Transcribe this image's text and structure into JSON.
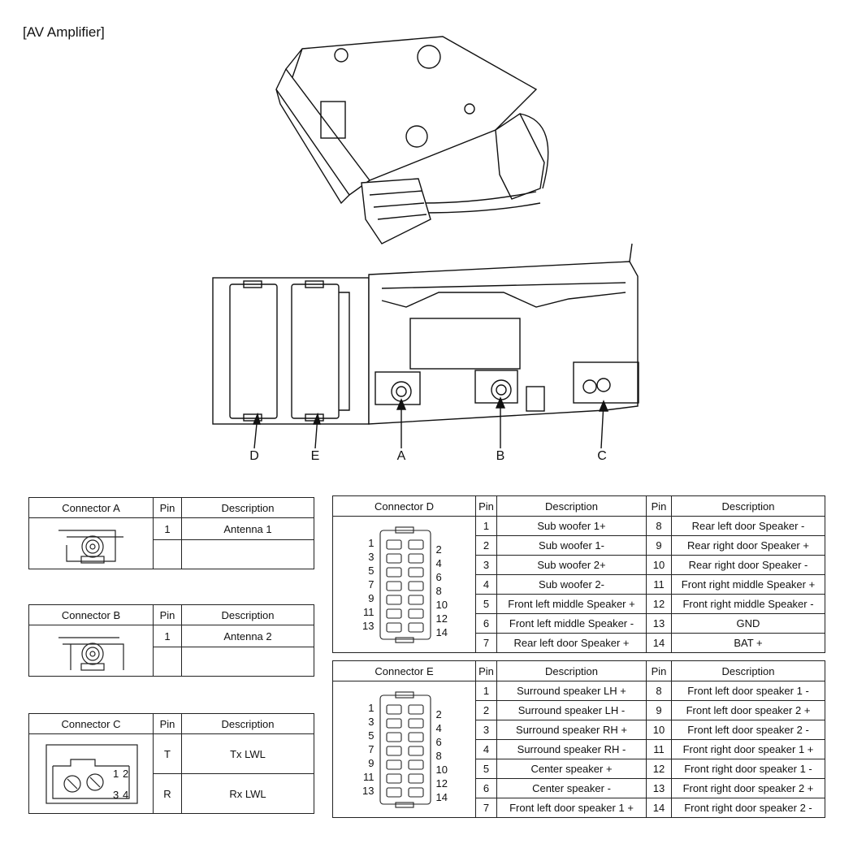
{
  "title": "[AV Amplifier]",
  "callouts": [
    "D",
    "E",
    "A",
    "B",
    "C"
  ],
  "connector_a": {
    "headers": [
      "Connector A",
      "Pin",
      "Description"
    ],
    "rows": [
      {
        "pin": "1",
        "desc": "Antenna 1"
      },
      {
        "pin": "",
        "desc": ""
      }
    ]
  },
  "connector_b": {
    "headers": [
      "Connector B",
      "Pin",
      "Description"
    ],
    "rows": [
      {
        "pin": "1",
        "desc": "Antenna 2"
      },
      {
        "pin": "",
        "desc": ""
      }
    ]
  },
  "connector_c": {
    "headers": [
      "Connector C",
      "Pin",
      "Description"
    ],
    "pin_labels": [
      "1",
      "2",
      "3",
      "4"
    ],
    "rows": [
      {
        "pin": "T",
        "desc": "Tx LWL"
      },
      {
        "pin": "R",
        "desc": "Rx LWL"
      }
    ]
  },
  "connector_d": {
    "headers": [
      "Connector D",
      "Pin",
      "Description",
      "Pin",
      "Description"
    ],
    "pin_labels_left": [
      "1",
      "3",
      "5",
      "7",
      "9",
      "11",
      "13"
    ],
    "pin_labels_right": [
      "2",
      "4",
      "6",
      "8",
      "10",
      "12",
      "14"
    ],
    "rows": [
      {
        "pin1": "1",
        "desc1": "Sub woofer 1+",
        "pin2": "8",
        "desc2": "Rear left door Speaker -"
      },
      {
        "pin1": "2",
        "desc1": "Sub woofer 1-",
        "pin2": "9",
        "desc2": "Rear right door Speaker +"
      },
      {
        "pin1": "3",
        "desc1": "Sub woofer 2+",
        "pin2": "10",
        "desc2": "Rear right door Speaker -"
      },
      {
        "pin1": "4",
        "desc1": "Sub woofer 2-",
        "pin2": "11",
        "desc2": "Front right middle Speaker +"
      },
      {
        "pin1": "5",
        "desc1": "Front left middle Speaker +",
        "pin2": "12",
        "desc2": "Front right middle Speaker -"
      },
      {
        "pin1": "6",
        "desc1": "Front left middle Speaker -",
        "pin2": "13",
        "desc2": "GND"
      },
      {
        "pin1": "7",
        "desc1": "Rear left door Speaker +",
        "pin2": "14",
        "desc2": "BAT +"
      }
    ]
  },
  "connector_e": {
    "headers": [
      "Connector E",
      "Pin",
      "Description",
      "Pin",
      "Description"
    ],
    "pin_labels_left": [
      "1",
      "3",
      "5",
      "7",
      "9",
      "11",
      "13"
    ],
    "pin_labels_right": [
      "2",
      "4",
      "6",
      "8",
      "10",
      "12",
      "14"
    ],
    "rows": [
      {
        "pin1": "1",
        "desc1": "Surround speaker LH +",
        "pin2": "8",
        "desc2": "Front left door speaker 1 -"
      },
      {
        "pin1": "2",
        "desc1": "Surround speaker LH -",
        "pin2": "9",
        "desc2": "Front left door speaker 2 +"
      },
      {
        "pin1": "3",
        "desc1": "Surround speaker RH +",
        "pin2": "10",
        "desc2": "Front left door speaker 2 -"
      },
      {
        "pin1": "4",
        "desc1": "Surround speaker RH -",
        "pin2": "11",
        "desc2": "Front right door speaker 1 +"
      },
      {
        "pin1": "5",
        "desc1": "Center speaker +",
        "pin2": "12",
        "desc2": "Front right door speaker 1 -"
      },
      {
        "pin1": "6",
        "desc1": "Center speaker -",
        "pin2": "13",
        "desc2": "Front right door speaker 2 +"
      },
      {
        "pin1": "7",
        "desc1": "Front left door speaker 1 +",
        "pin2": "14",
        "desc2": "Front right door speaker 2 -"
      }
    ]
  }
}
